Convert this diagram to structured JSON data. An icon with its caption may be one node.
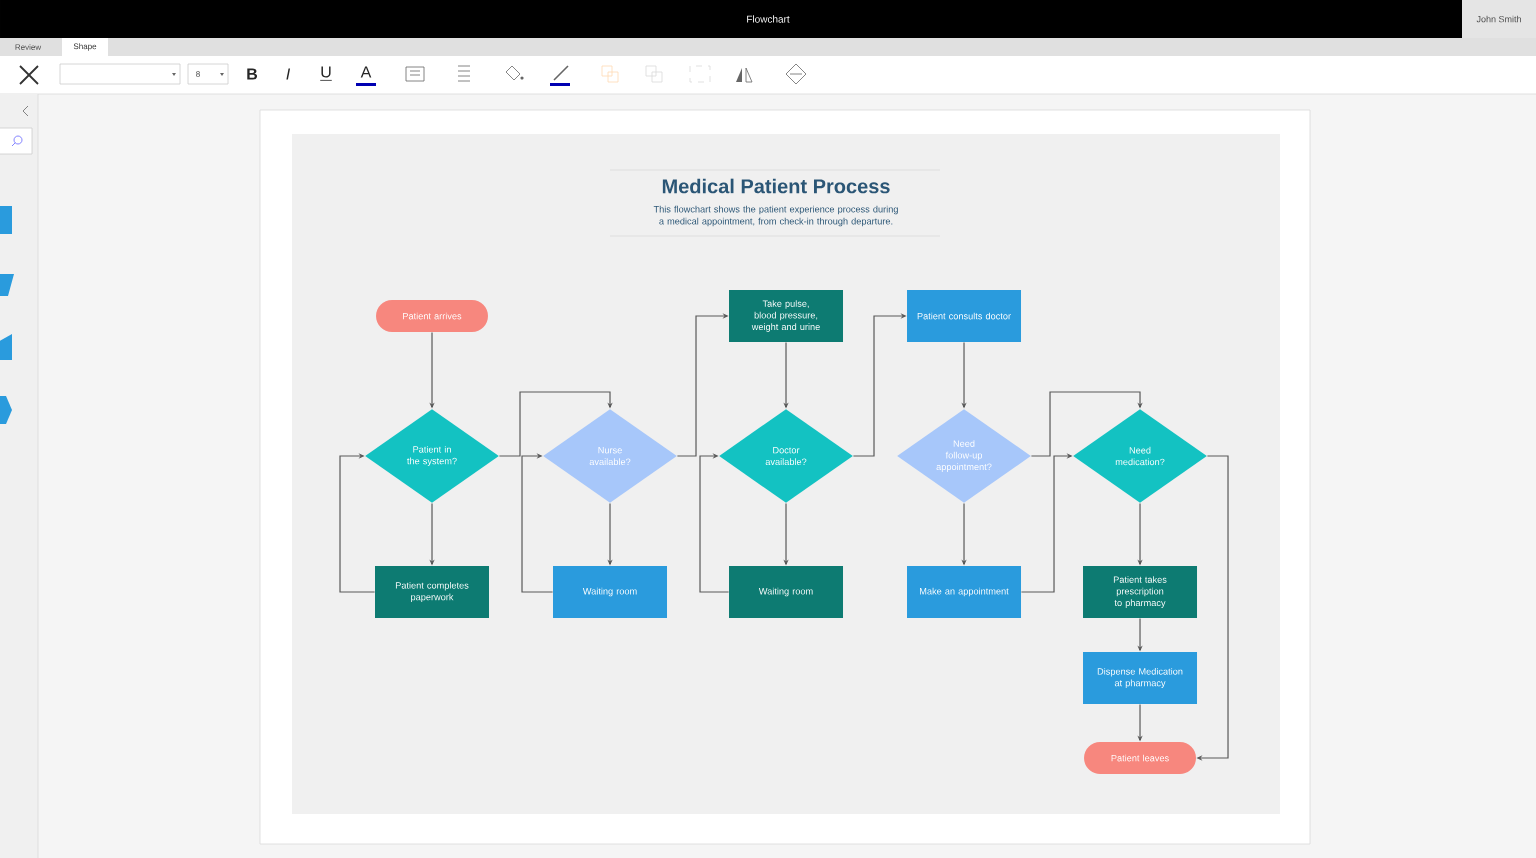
{
  "diagram": {
    "title": "Medical Patient Process",
    "nodes": [
      {
        "text": [
          "Patient arrives"
        ]
      },
      {
        "text": [
          "Patient in the system?"
        ]
      },
      {
        "text": [
          "Patient completes paperwork"
        ]
      },
      {
        "text": [
          "Nurse available?"
        ]
      },
      {
        "text": [
          "Waiting room"
        ]
      },
      {
        "text": [
          "Take pulse, blood pressure, weight and urine"
        ]
      },
      {
        "text": [
          "Doctor available?"
        ]
      },
      {
        "text": [
          "Waiting room"
        ]
      },
      {
        "text": [
          "Patient consults doctor"
        ]
      },
      {
        "text": [
          "Need follow-up appointment?"
        ]
      },
      {
        "text": [
          "Make an appointment"
        ]
      },
      {
        "text": [
          "Need medication?"
        ]
      },
      {
        "text": [
          "Patient takes prescription to pharmacy"
        ]
      },
      {
        "text": [
          "Dispense Medication at pharmacy"
        ]
      },
      {
        "text": [
          "Patient leaves"
        ]
      }
    ],
    "edges": [
      {
        "from": 0,
        "to": 1,
        "arrow": "to"
      },
      {
        "from": 1,
        "to": 2,
        "arrow": "to"
      },
      {
        "from": 2,
        "to": 1,
        "arrow": "to"
      },
      {
        "from": 1,
        "to": 3,
        "arrow": "to"
      },
      {
        "from": 3,
        "to": 4,
        "arrow": "to"
      },
      {
        "from": 4,
        "to": 3,
        "arrow": "to"
      },
      {
        "from": 3,
        "to": 5,
        "arrow": "to"
      },
      {
        "from": 5,
        "to": 6,
        "arrow": "to"
      },
      {
        "from": 6,
        "to": 7,
        "arrow": "to"
      },
      {
        "from": 7,
        "to": 6,
        "arrow": "to"
      },
      {
        "from": 6,
        "to": 8,
        "arrow": "to"
      },
      {
        "from": 8,
        "to": 9,
        "arrow": "to"
      },
      {
        "from": 9,
        "to": 10,
        "arrow": "to"
      },
      {
        "from": 9,
        "to": 11,
        "arrow": "to"
      },
      {
        "from": 10,
        "to": 11,
        "arrow": "to"
      },
      {
        "from": 11,
        "to": 12,
        "arrow": "to"
      },
      {
        "from": 12,
        "to": 13,
        "arrow": "to"
      },
      {
        "from": 13,
        "to": 14,
        "arrow": "to"
      },
      {
        "from": 11,
        "to": 14,
        "arrow": "to"
      }
    ],
    "labels": [
      "Flowchart",
      "John Smith",
      "Review",
      "Shape",
      "8",
      "B",
      "I",
      "U",
      "A",
      "This flowchart shows the patient experience process during a medical appointment, from check-in through departure."
    ]
  }
}
